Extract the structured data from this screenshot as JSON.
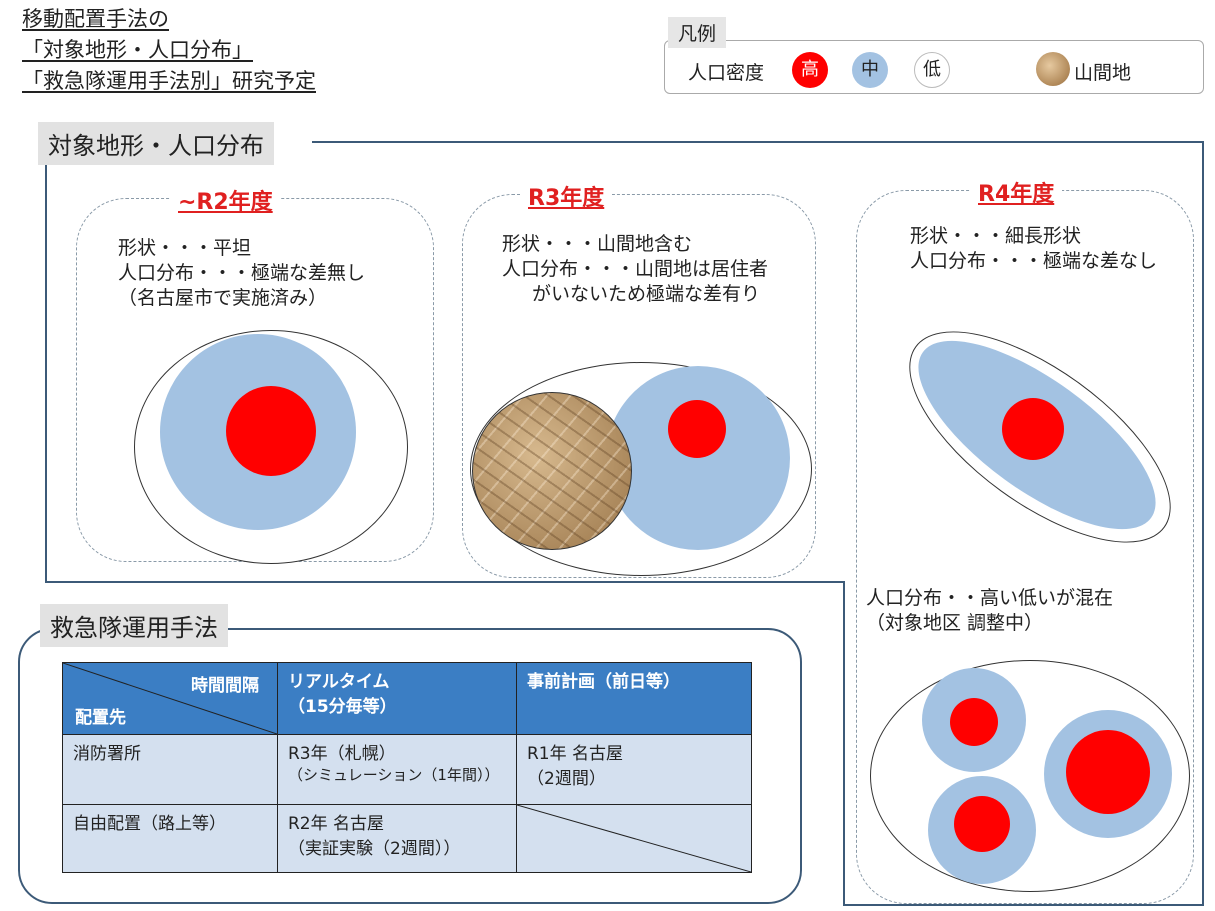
{
  "header": {
    "lines": [
      "移動配置手法の",
      "「対象地形・人口分布」",
      "「救急隊運用手法別」研究予定"
    ]
  },
  "legend": {
    "title": "凡例",
    "density_label": "人口密度",
    "high": "高",
    "mid": "中",
    "low": "低",
    "mountain": "山間地"
  },
  "terrain_section": {
    "title": "対象地形・人口分布",
    "panels": [
      {
        "year": "~R2年度",
        "lines": [
          "形状・・・平坦",
          "人口分布・・・極端な差無し",
          "（名古屋市で実施済み）"
        ]
      },
      {
        "year": "R3年度",
        "lines": [
          "形状・・・山間地含む",
          "人口分布・・・山間地は居住者",
          "がいないため極端な差有り"
        ]
      },
      {
        "year": "R4年度",
        "lines": [
          "形状・・・細長形状",
          "人口分布・・・極端な差なし"
        ],
        "lines2": [
          "人口分布・・高い低いが混在",
          "（対象地区  調整中）"
        ]
      }
    ]
  },
  "ops_section": {
    "title": "救急隊運用手法",
    "corner_top": "時間間隔",
    "corner_bottom": "配置先",
    "col1_line1": "リアルタイム",
    "col1_line2": "（15分毎等）",
    "col2": "事前計画（前日等）",
    "rows": [
      {
        "label": "消防署所",
        "c1_line1": "R3年（札幌）",
        "c1_line2": "（シミュレーション（1年間））",
        "c2_line1": "R1年  名古屋",
        "c2_line2": "（2週間）"
      },
      {
        "label": "自由配置（路上等）",
        "c1_line1": "R2年  名古屋",
        "c1_line2": "（実証実験（2週間））",
        "c2_line1": "",
        "c2_line2": ""
      }
    ]
  },
  "colors": {
    "high": "#ff0000",
    "mid": "#a3c2e2",
    "accent_red": "#e02020",
    "table_header": "#3b7ec4",
    "table_cell": "#d4e0ef",
    "frame": "#3c5a78"
  }
}
